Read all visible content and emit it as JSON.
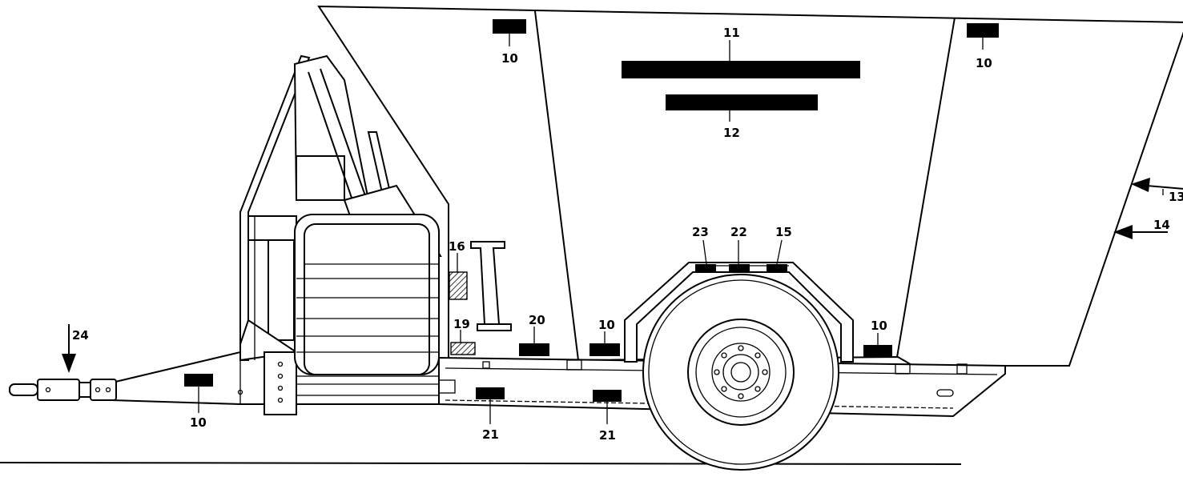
{
  "diagram": {
    "labels": {
      "decal_10_top_left": "10",
      "decal_10_top_right": "10",
      "decal_11": "11",
      "decal_12": "12",
      "arrow_13": "13",
      "arrow_14": "14",
      "decal_15": "15",
      "decal_16": "16",
      "decal_19": "19",
      "decal_20": "20",
      "decal_21_left": "21",
      "decal_21_right": "21",
      "decal_22": "22",
      "decal_23": "23",
      "arrow_24": "24",
      "decal_10_drawbar": "10",
      "decal_10_chassis": "10",
      "decal_10_fender": "10"
    }
  }
}
